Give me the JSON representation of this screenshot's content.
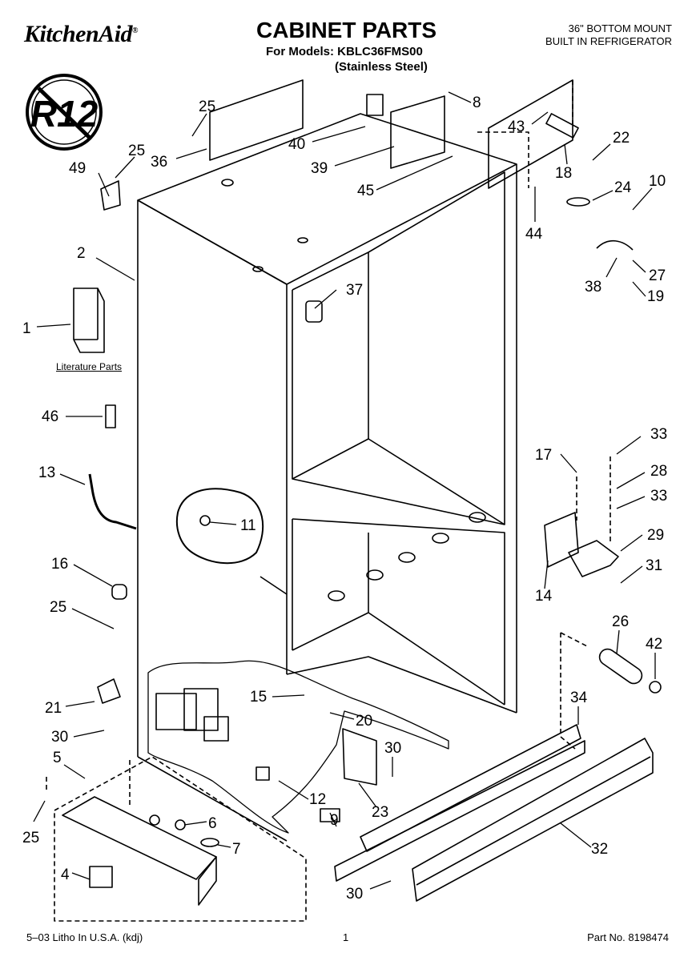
{
  "header": {
    "brand": "KitchenAid",
    "title": "CABINET PARTS",
    "models_line": "For Models: KBLC36FMS00",
    "variant_line": "(Stainless Steel)",
    "subtitle_line1": "36\" BOTTOM MOUNT",
    "subtitle_line2": "BUILT IN REFRIGERATOR"
  },
  "badge": {
    "text": "R12",
    "icon": "no-r12-symbol"
  },
  "literature_label": "Literature Parts",
  "callouts": [
    {
      "id": "c25a",
      "label": "25"
    },
    {
      "id": "c36",
      "label": "36"
    },
    {
      "id": "c25b",
      "label": "25"
    },
    {
      "id": "c49",
      "label": "49"
    },
    {
      "id": "c40",
      "label": "40"
    },
    {
      "id": "c39",
      "label": "39"
    },
    {
      "id": "c45",
      "label": "45"
    },
    {
      "id": "c8",
      "label": "8"
    },
    {
      "id": "c43",
      "label": "43"
    },
    {
      "id": "c18",
      "label": "18"
    },
    {
      "id": "c22",
      "label": "22"
    },
    {
      "id": "c44",
      "label": "44"
    },
    {
      "id": "c24",
      "label": "24"
    },
    {
      "id": "c10",
      "label": "10"
    },
    {
      "id": "c38",
      "label": "38"
    },
    {
      "id": "c27",
      "label": "27"
    },
    {
      "id": "c19",
      "label": "19"
    },
    {
      "id": "c2",
      "label": "2"
    },
    {
      "id": "c37",
      "label": "37"
    },
    {
      "id": "c1",
      "label": "1"
    },
    {
      "id": "c46",
      "label": "46"
    },
    {
      "id": "c13",
      "label": "13"
    },
    {
      "id": "c11",
      "label": "11"
    },
    {
      "id": "c17",
      "label": "17"
    },
    {
      "id": "c33a",
      "label": "33"
    },
    {
      "id": "c28",
      "label": "28"
    },
    {
      "id": "c33b",
      "label": "33"
    },
    {
      "id": "c29",
      "label": "29"
    },
    {
      "id": "c31",
      "label": "31"
    },
    {
      "id": "c14",
      "label": "14"
    },
    {
      "id": "c16",
      "label": "16"
    },
    {
      "id": "c25c",
      "label": "25"
    },
    {
      "id": "c26",
      "label": "26"
    },
    {
      "id": "c42",
      "label": "42"
    },
    {
      "id": "c15",
      "label": "15"
    },
    {
      "id": "c20",
      "label": "20"
    },
    {
      "id": "c34",
      "label": "34"
    },
    {
      "id": "c21",
      "label": "21"
    },
    {
      "id": "c30a",
      "label": "30"
    },
    {
      "id": "c30b",
      "label": "30"
    },
    {
      "id": "c5",
      "label": "5"
    },
    {
      "id": "c12",
      "label": "12"
    },
    {
      "id": "c23",
      "label": "23"
    },
    {
      "id": "c25d",
      "label": "25"
    },
    {
      "id": "c6",
      "label": "6"
    },
    {
      "id": "c9",
      "label": "9"
    },
    {
      "id": "c7",
      "label": "7"
    },
    {
      "id": "c32",
      "label": "32"
    },
    {
      "id": "c4",
      "label": "4"
    },
    {
      "id": "c30c",
      "label": "30"
    }
  ],
  "footer": {
    "left": "5–03 Litho In U.S.A. (kdj)",
    "center": "1",
    "right": "Part No. 8198474"
  }
}
